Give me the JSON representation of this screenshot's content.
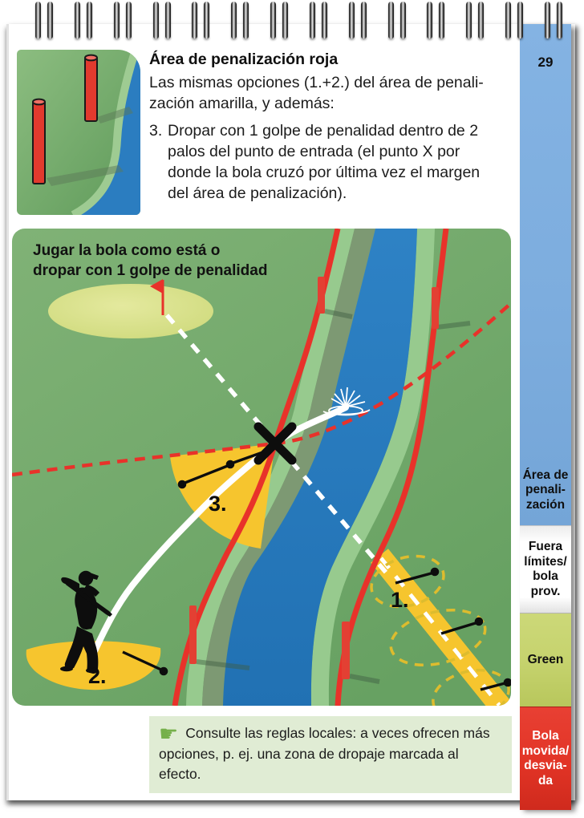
{
  "page_number": "29",
  "binding": {
    "ring_pairs": 14
  },
  "colors": {
    "penalty_red": "#e8322a",
    "river_blue": "#2b7dc0",
    "grass_green": "#74ab6b",
    "bank_light_green": "#97ca8e",
    "bank_dark_green": "#7d9973",
    "relief_yellow": "#f6c52e",
    "putting_green": "#dce48f",
    "tab_blue": "#7dadde",
    "tab_green": "#c6d36e",
    "tab_red": "#e23426",
    "note_background": "#e0ecd4",
    "hand_green": "#76b04b"
  },
  "header": {
    "title": "Área de penalización roja",
    "intro_lines": [
      "Las mismas opciones (1.+2.) del área de penali-",
      "zación amarilla, y además:"
    ],
    "item3_number": "3.",
    "item3_text": "Dropar con 1 golpe de penalidad dentro de 2 palos del punto de entrada (el punto X por donde la bola cruzó por última vez el margen del área de penalización)."
  },
  "diagram": {
    "caption_line1": "Jugar la bola como está o",
    "caption_line2": "dropar con 1 golpe de penalidad",
    "label_option1": "1.",
    "label_option2": "2.",
    "label_option3": "3."
  },
  "sidebar": {
    "tabs": [
      {
        "id": "area-penalizacion",
        "label": "Área de\npenali-\nzación"
      },
      {
        "id": "fuera-limites-bola-prov",
        "label": "Fuera\nlímites/\nbola\nprov."
      },
      {
        "id": "green",
        "label": "Green"
      },
      {
        "id": "bola-movida-desviada",
        "label": "Bola\nmovida/\ndesvia-\nda"
      }
    ]
  },
  "note": {
    "icon_glyph": "☛",
    "text": "Consulte las reglas locales: a veces ofrecen más opciones, p. ej. una zona de dropaje marcada al efecto."
  }
}
